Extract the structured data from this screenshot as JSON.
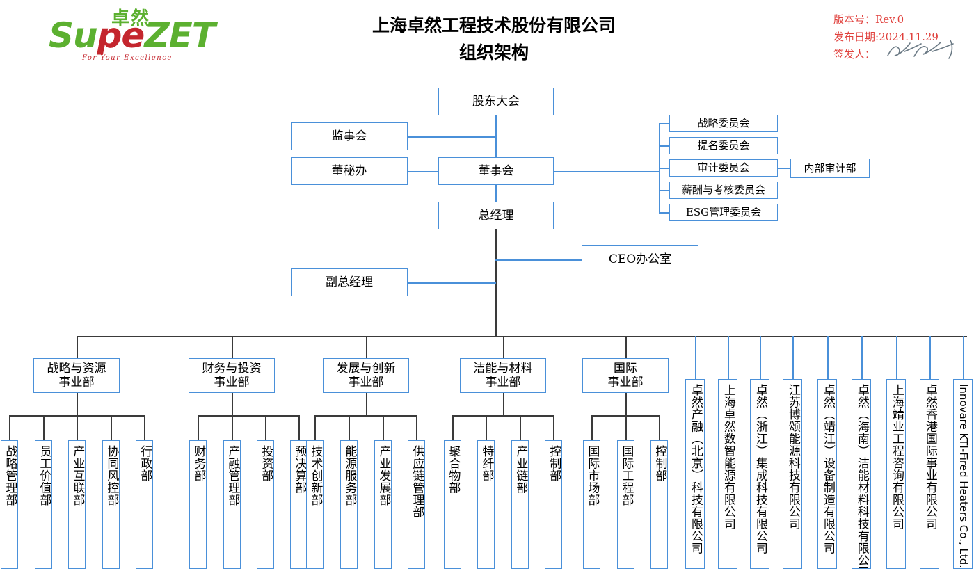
{
  "header": {
    "logo": {
      "cn_mark": "卓然",
      "word_part1": "Su",
      "word_part2": "p",
      "word_part3": "e",
      "word_part4": "ZET",
      "tagline": "For Your Excellence"
    },
    "title_line1": "上海卓然工程技术股份有限公司",
    "title_line2": "组织架构",
    "revision_label": "版本号：",
    "revision_value": "Rev.0",
    "date_label": "发布日期:",
    "date_value": "2024.11.29",
    "issuer_label": "签发人：",
    "issuer_value": ""
  },
  "colors": {
    "box_border": "#4a90d9",
    "connector": "#4a90d9",
    "connector_dark": "#3a3a3a",
    "logo_green": "#5cb030",
    "logo_red": "#c4262e",
    "rev_text": "#e0403c"
  },
  "governance": {
    "shareholders_meeting": "股东大会",
    "supervisory_board": "监事会",
    "board_secretary_office": "董秘办",
    "board_of_directors": "董事会",
    "general_manager": "总经理",
    "deputy_general_manager": "副总经理",
    "ceo_office": "CEO办公室",
    "internal_audit": "内部审计部"
  },
  "committees": [
    {
      "label": "战略委员会"
    },
    {
      "label": "提名委员会"
    },
    {
      "label": "审计委员会"
    },
    {
      "label": "薪酬与考核委员会"
    },
    {
      "label": "ESG管理委员会"
    }
  ],
  "divisions": [
    {
      "name_line1": "战略与资源",
      "name_line2": "事业部",
      "departments": [
        "战略管理部",
        "员工价值部",
        "产业互联部",
        "协同风控部",
        "行政部"
      ]
    },
    {
      "name_line1": "财务与投资",
      "name_line2": "事业部",
      "departments": [
        "财务部",
        "产融管理部",
        "投资部",
        "预决算部"
      ]
    },
    {
      "name_line1": "发展与创新",
      "name_line2": "事业部",
      "departments": [
        "技术创新部",
        "能源服务部",
        "产业发展部",
        "供应链管理部"
      ]
    },
    {
      "name_line1": "洁能与材料",
      "name_line2": "事业部",
      "departments": [
        "聚合物部",
        "特纤部",
        "产业链部",
        "控制部"
      ]
    },
    {
      "name_line1": "国际",
      "name_line2": "事业部",
      "departments": [
        "国际市场部",
        "国际工程部",
        "控制部"
      ]
    }
  ],
  "subsidiaries": [
    {
      "label": "卓然产融（北京）科技有限公司"
    },
    {
      "label": "上海卓然数智能源有限公司"
    },
    {
      "label": "卓然（浙江）集成科技有限公司"
    },
    {
      "label": "江苏博颂能源科技有限公司"
    },
    {
      "label": "卓然（靖江）设备制造有限公司"
    },
    {
      "label": "卓然（海南）洁能材料科技有限公司"
    },
    {
      "label": "上海靖业工程咨询有限公司"
    },
    {
      "label": "卓然香港国际事业有限公司"
    },
    {
      "label": "Innovare KTI-Fired Heaters Co., Ltd.",
      "latin": true
    }
  ]
}
